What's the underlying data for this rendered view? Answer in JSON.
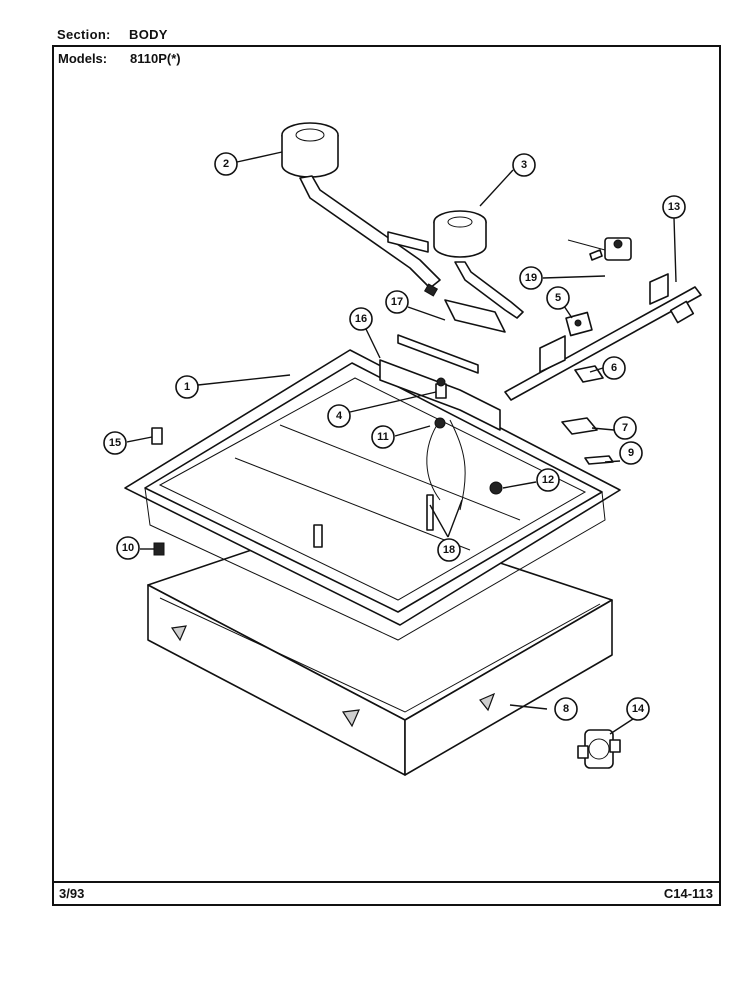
{
  "header": {
    "section_label": "Section:",
    "section_value": "BODY",
    "models_label": "Models:",
    "models_value": "8110P(*)"
  },
  "footer": {
    "date": "3/93",
    "code": "C14-113"
  },
  "callouts": [
    "1",
    "2",
    "3",
    "4",
    "5",
    "6",
    "7",
    "8",
    "9",
    "10",
    "11",
    "12",
    "13",
    "14",
    "15",
    "16",
    "17",
    "18",
    "19"
  ]
}
